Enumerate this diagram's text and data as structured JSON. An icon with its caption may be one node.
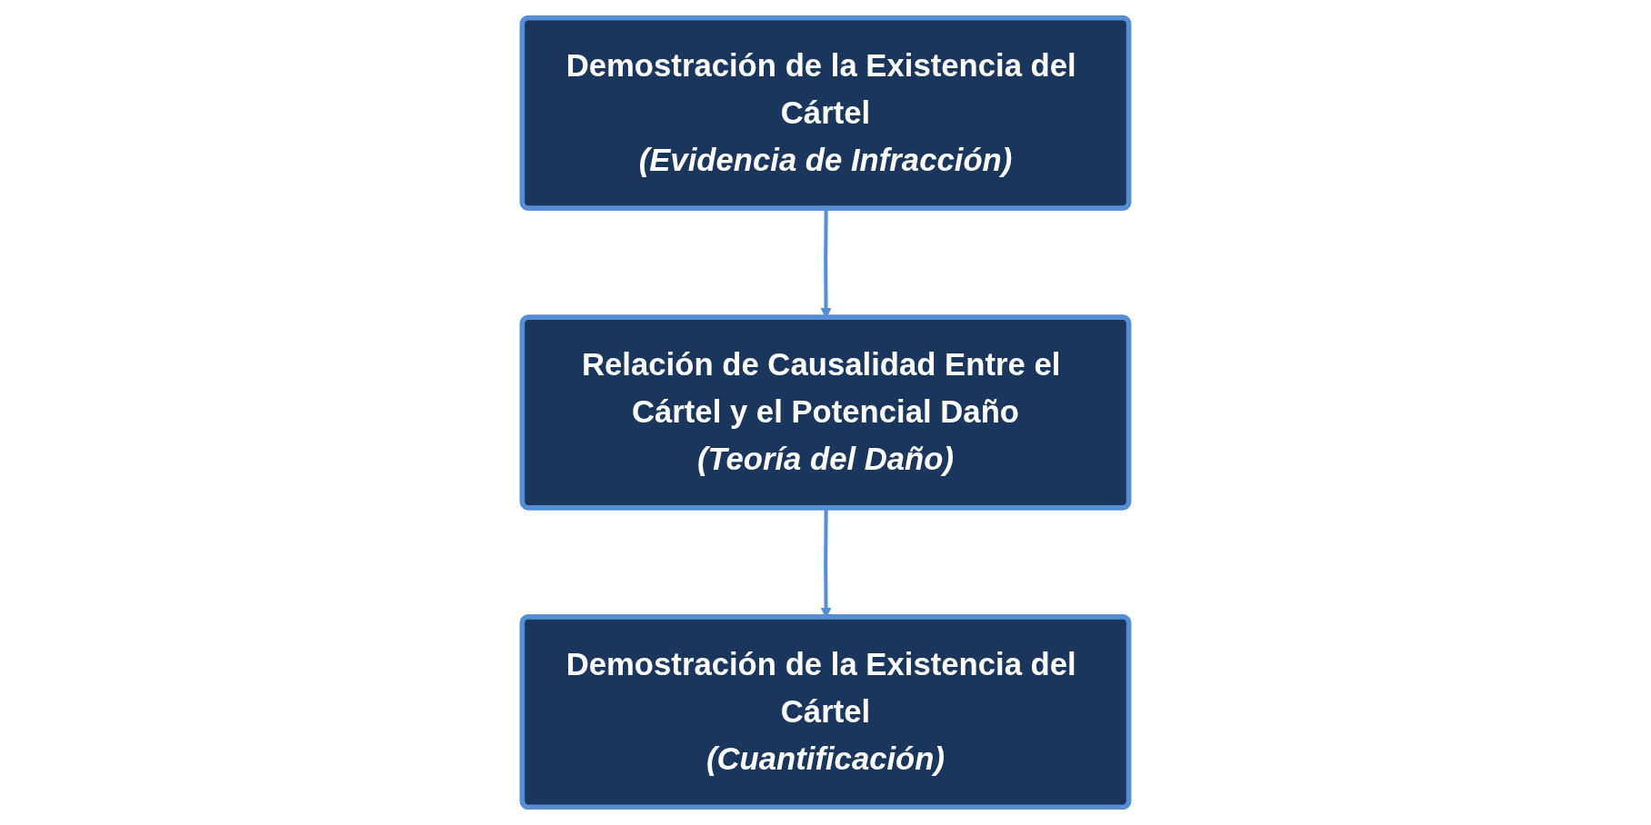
{
  "diagram": {
    "nodes": [
      {
        "text": [
          "Demostración de la Existencia del Cártel",
          "(Evidencia de Infracción)"
        ]
      },
      {
        "text": [
          "Relación de Causalidad Entre el Cártel y el Potencial Daño",
          "(Teoría del Daño)"
        ]
      },
      {
        "text": [
          "Demostración de la Existencia del Cártel",
          "(Cuantificación)"
        ]
      }
    ],
    "edges": [
      {
        "from": 0,
        "to": 1,
        "arrow": "to"
      },
      {
        "from": 1,
        "to": 2,
        "arrow": "to"
      }
    ]
  }
}
